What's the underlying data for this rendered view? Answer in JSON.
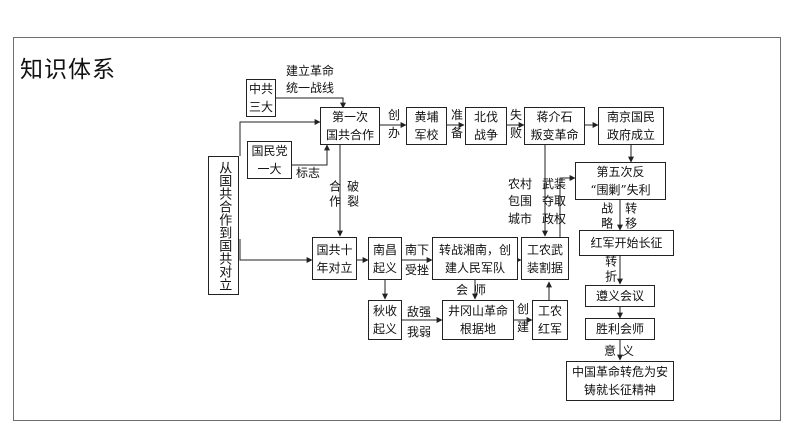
{
  "page_title": "知识体系",
  "colors": {
    "line": "#222222",
    "frame": "#6f6f6f",
    "text": "#111111"
  },
  "nodes": {
    "zhonggong_sanda": "中共\n三大",
    "guomindang_yida": "国民党\n一大",
    "diyici_guogong": "第一次\n国共合作",
    "huangpu": "黄埔\n军校",
    "beifa": "北伐\n战争",
    "jiang_pan": "蒋介石\n叛变革命",
    "nanjing_guomin": "南京国民\n政府成立",
    "diwuci_fanweijiao": "第五次反\n“围剿”失利",
    "hongjun_changzheng": "红军开始长征",
    "zunyi": "遵义会议",
    "shengli_huishi": "胜利会师",
    "zhuanwei_weian": "中国革命转危为安\n铸就长征精神",
    "guogong_shinian": "国共十\n年对立",
    "nanchang": "南昌\n起义",
    "zhuanzhan": "转战湘南，创\n建人民军队",
    "gongnong_wuzhuang": "工农武\n装割据",
    "qiushou": "秋收\n起义",
    "jinggangshan": "井冈山革命\n根据地",
    "gongnong_hongjun": "工农\n红军",
    "side_title": "从国共合作到国共对立"
  },
  "labels": {
    "jianli_tongyi": "建立革命\n统一战线",
    "biaozhi": "标志",
    "chuangban": "创\n办",
    "zhunbei": "准\n备",
    "shibai": "失\n败",
    "hezuo": "合作",
    "polie": "破裂",
    "nongcun": "农村\n包围\n城市",
    "wuzhuang_duoquan": "武装\n夺取\n政权",
    "zhanlue": "战略",
    "zhuanyi": "转移",
    "zhuanzhe": "转折",
    "yiyi": "意义",
    "nanxia": "南下",
    "shouzuo": "受挫",
    "huishi": "会师",
    "diqiang": "敌强",
    "wo_ruo": "我弱",
    "chuangjian": "创\n建"
  }
}
